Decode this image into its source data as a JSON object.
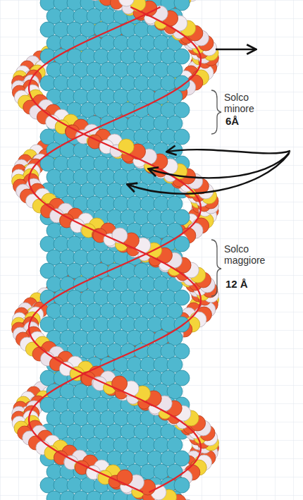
{
  "diagram": {
    "labels": [
      "Solco minore",
      "6Å",
      "Solco maggiore",
      "12 Å"
    ]
  }
}
